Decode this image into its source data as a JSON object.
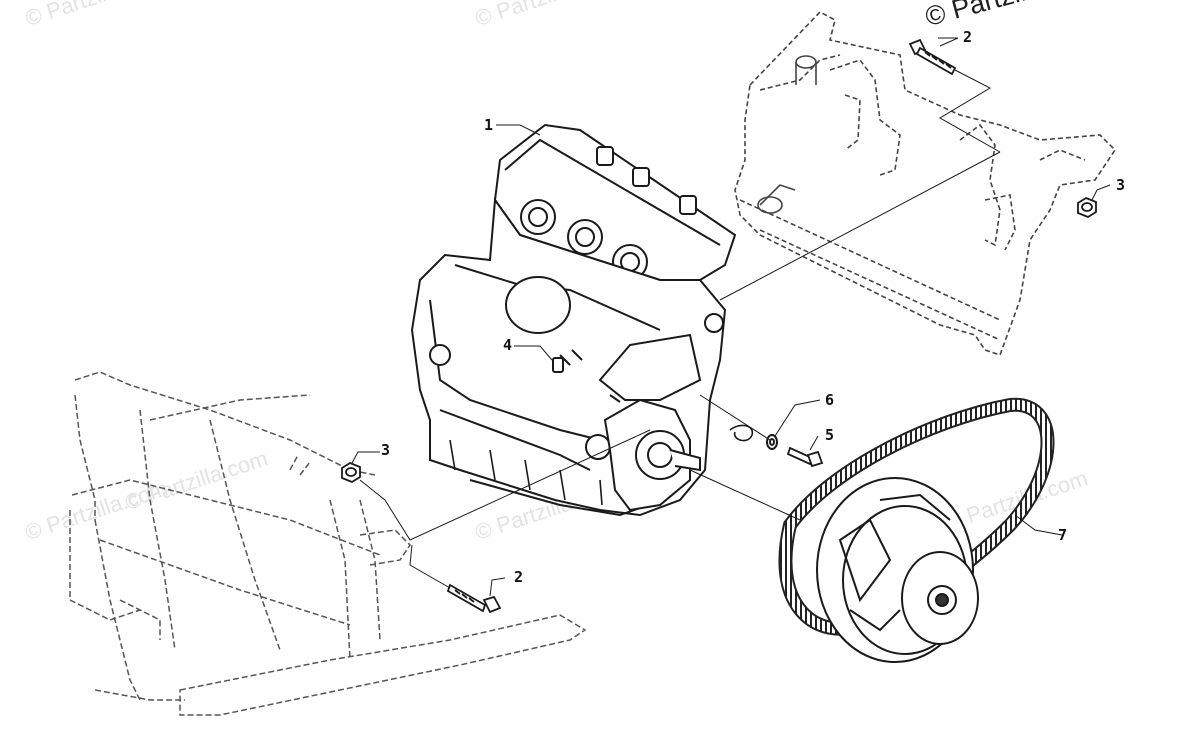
{
  "watermarks": {
    "wm1": "© Partzilla.com",
    "wm2": "© Partzilla.com",
    "wm3": "© Partzilla.com",
    "wm4": "© Partzilla.com",
    "wm5": "© Partzilla.com",
    "wm6": "© Partzilla.com"
  },
  "copyright": "© Partzilla.com",
  "callouts": {
    "c1": "1",
    "c2_top": "2",
    "c3_right": "3",
    "c4": "4",
    "c6": "6",
    "c5": "5",
    "c3_left": "3",
    "c2_bottom": "2",
    "c7": "7"
  }
}
